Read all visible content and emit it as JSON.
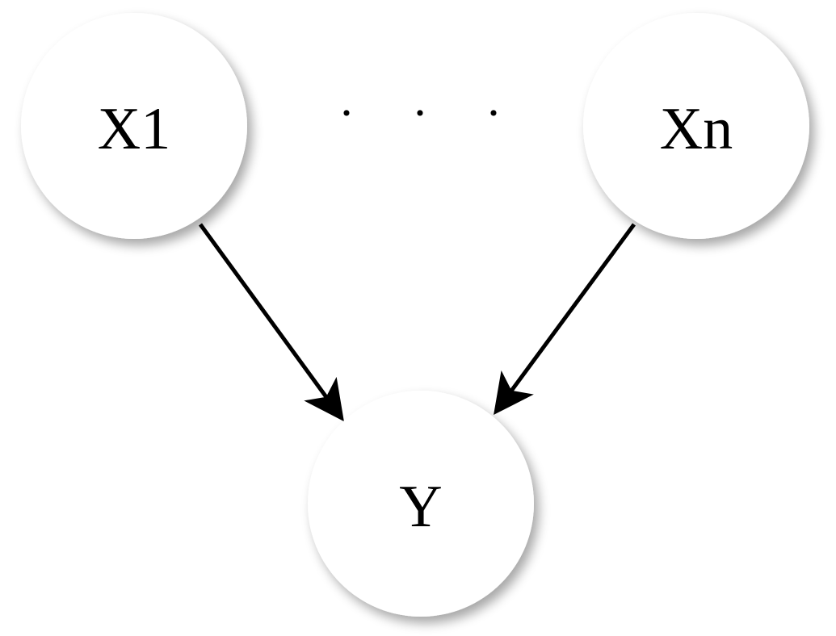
{
  "nodes": {
    "x1": {
      "label": "X1"
    },
    "xn": {
      "label": "Xn"
    },
    "y": {
      "label": "Y"
    }
  },
  "ellipsis": "· · ·",
  "edges": [
    {
      "from": "X1",
      "to": "Y"
    },
    {
      "from": "Xn",
      "to": "Y"
    }
  ],
  "colors": {
    "node_fill": "#ffffff",
    "node_shadow": "#bdbdbd",
    "edge": "#000000",
    "text": "#000000"
  }
}
